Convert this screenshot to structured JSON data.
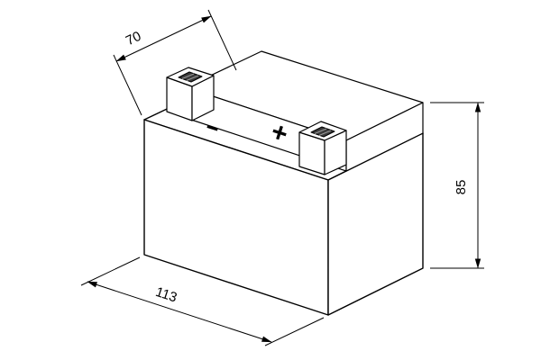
{
  "drawing": {
    "dimension_labels": {
      "depth": "70",
      "length": "113",
      "height": "85"
    },
    "terminal_symbols": {
      "negative": "−",
      "positive": "+"
    },
    "colors": {
      "line": "#000000",
      "background": "#ffffff",
      "terminal_hole": "#3a3a3a"
    }
  }
}
